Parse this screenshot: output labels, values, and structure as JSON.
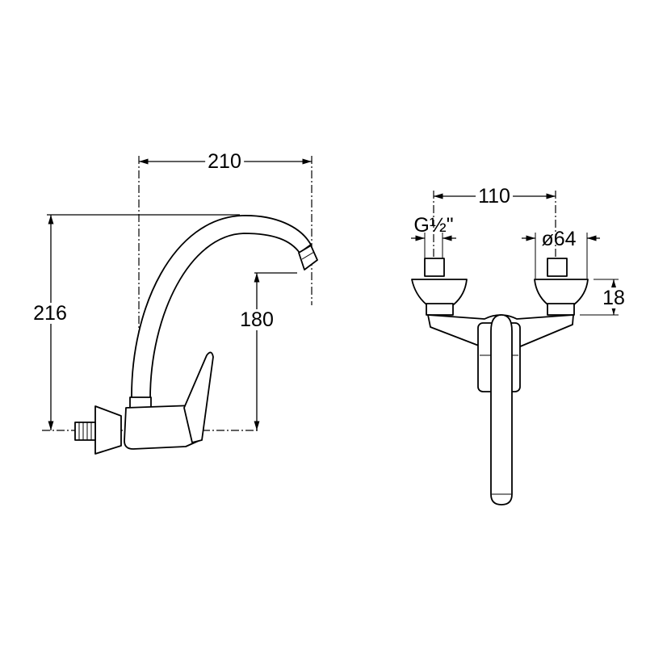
{
  "side_view": {
    "dim_width": "210",
    "dim_total_height": "216",
    "dim_spout_height": "180"
  },
  "front_view": {
    "dim_connection_spacing": "110",
    "dim_thread": "G½\"",
    "dim_flange_diameter": "ø64",
    "dim_flange_depth": "18"
  },
  "colors": {
    "line": "#000000",
    "background": "#ffffff"
  }
}
